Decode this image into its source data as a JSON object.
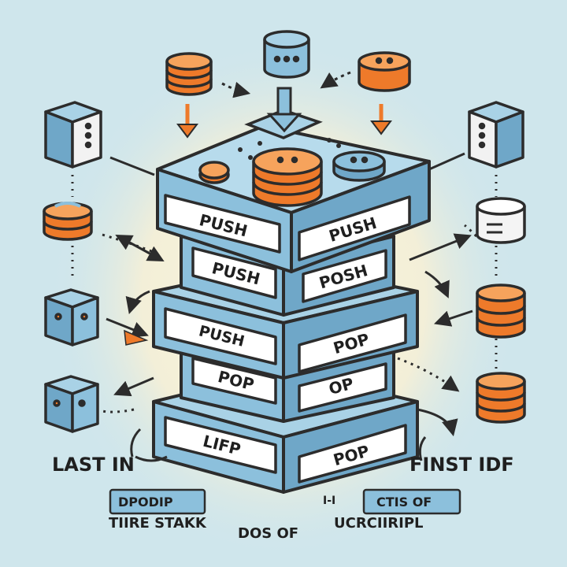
{
  "diagram": {
    "colors": {
      "background": "#cfe6ec",
      "glow": "#fbf5dc",
      "stack_blue": "#8cc0dc",
      "stack_blue_dark": "#5f97b8",
      "orange": "#ee7a2a",
      "orange_light": "#f6a35c",
      "outline": "#2c2c2c",
      "label_fill": "#ffffff"
    },
    "layers": [
      {
        "left": "PUSH",
        "right": "PUSH"
      },
      {
        "left": "PUSH",
        "right": "POSH"
      },
      {
        "left": "PUSH",
        "right": "POP"
      },
      {
        "left": "POP",
        "right": "OP"
      },
      {
        "left": "LIFP",
        "right": "POP"
      }
    ],
    "side_labels": {
      "left": "LAST IN",
      "right": "FINST IDF"
    },
    "footer": {
      "left_tag": "DPODIP",
      "left_caption": "TIIRE STAKK",
      "middle_small": "I-I",
      "middle_caption": "DOS OF",
      "right_tag": "CTIS OF",
      "right_caption": "UCRCIIRIPL"
    },
    "icons": [
      "orange-coin-stack-icon",
      "blue-storage-box-icon",
      "orange-coin-icon",
      "blue-cube-icon",
      "white-database-icon",
      "orange-database-icon",
      "arrow-icon"
    ]
  }
}
